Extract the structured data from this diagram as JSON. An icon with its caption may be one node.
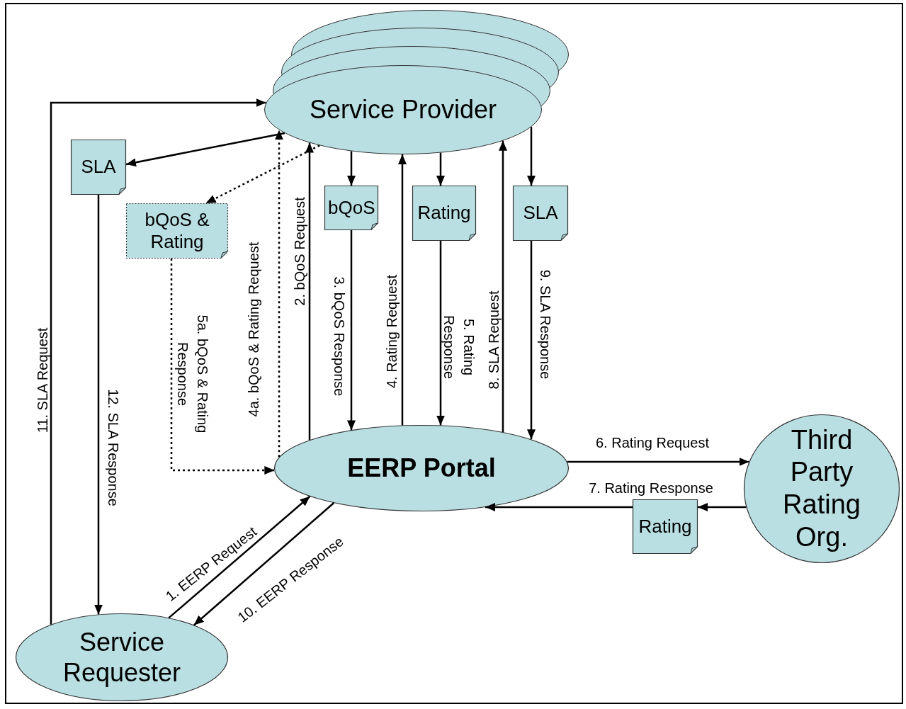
{
  "diagram": {
    "nodes": [
      {
        "text": [
          "Service Provider"
        ]
      },
      {
        "text": [
          "SLA"
        ]
      },
      {
        "text": [
          "bQoS & Rating"
        ]
      },
      {
        "text": [
          "bQoS"
        ]
      },
      {
        "text": [
          "Rating"
        ]
      },
      {
        "text": [
          "SLA"
        ]
      },
      {
        "text": [
          "EERP Portal"
        ]
      },
      {
        "text": [
          "Third Party Rating Org."
        ]
      },
      {
        "text": [
          "Rating"
        ]
      },
      {
        "text": [
          "Service Requester"
        ]
      }
    ],
    "edges": [
      {
        "from": 0,
        "to": 1,
        "arrow": "to"
      },
      {
        "from": 0,
        "to": 2,
        "arrow": "to",
        "style": "dashed"
      },
      {
        "from": 2,
        "to": 6,
        "arrow": "to",
        "style": "dashed",
        "label": "5a. bQoS & Rating Response"
      },
      {
        "from": 6,
        "to": 0,
        "arrow": "to",
        "style": "dashed",
        "label": "4a. bQoS & Rating Request"
      },
      {
        "from": 6,
        "to": 0,
        "arrow": "to",
        "label": "2. bQoS Request"
      },
      {
        "from": 0,
        "to": 3,
        "arrow": "to"
      },
      {
        "from": 3,
        "to": 6,
        "arrow": "to",
        "label": "3. bQoS Response"
      },
      {
        "from": 6,
        "to": 0,
        "arrow": "to",
        "label": "4. Rating Request"
      },
      {
        "from": 0,
        "to": 4,
        "arrow": "to"
      },
      {
        "from": 4,
        "to": 6,
        "arrow": "to",
        "label": "5. Rating Response"
      },
      {
        "from": 6,
        "to": 0,
        "arrow": "to",
        "label": "8. SLA Request"
      },
      {
        "from": 0,
        "to": 5,
        "arrow": "to"
      },
      {
        "from": 5,
        "to": 6,
        "arrow": "to",
        "label": "9. SLA Response"
      },
      {
        "from": 6,
        "to": 7,
        "arrow": "to",
        "label": "6. Rating Request"
      },
      {
        "from": 7,
        "to": 8,
        "arrow": "to"
      },
      {
        "from": 8,
        "to": 6,
        "arrow": "to",
        "label": "7. Rating Response"
      },
      {
        "from": 9,
        "to": 6,
        "arrow": "to",
        "label": "1. EERP Request"
      },
      {
        "from": 6,
        "to": 9,
        "arrow": "to",
        "label": "10. EERP Response"
      },
      {
        "from": 1,
        "to": 9,
        "arrow": "to",
        "label": "12. SLA Response"
      },
      {
        "from": 9,
        "to": 0,
        "arrow": "to",
        "label": "11. SLA Request"
      }
    ]
  }
}
